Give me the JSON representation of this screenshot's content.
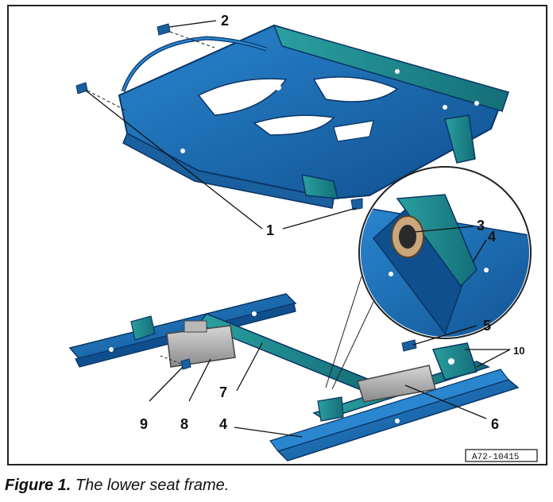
{
  "figure": {
    "callouts": {
      "c1": "1",
      "c2": "2",
      "c3": "3",
      "c4_detail": "4",
      "c5": "5",
      "c10": "10",
      "c9": "9",
      "c8": "8",
      "c7": "7",
      "c4_rail": "4",
      "c6": "6"
    },
    "reference_code": "A72-10415"
  },
  "caption": {
    "label": "Figure 1.",
    "text": " The lower seat frame."
  },
  "colors": {
    "frame_blue": "#1c6fb8",
    "frame_dark": "#0d3f74",
    "frame_teal": "#1e8a8e",
    "mechanism_gray": "#a9a9a9",
    "line": "#1a1a1a"
  }
}
